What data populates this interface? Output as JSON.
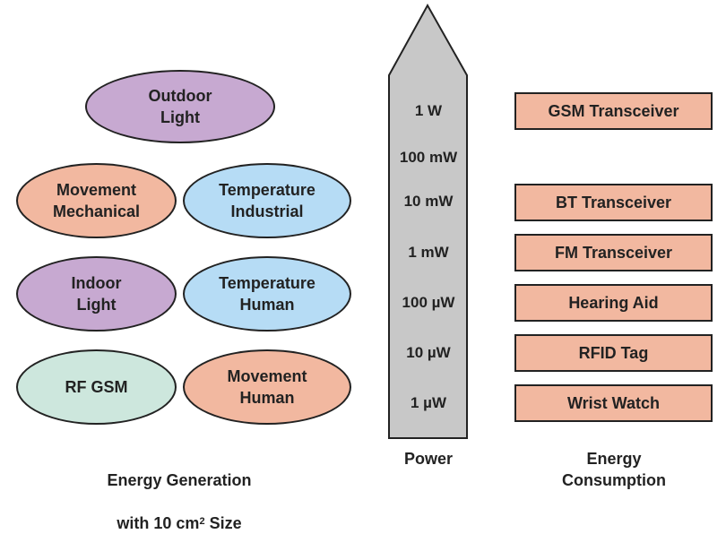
{
  "generation": {
    "sources": [
      {
        "label": "Outdoor\nLight",
        "color": "#c7a9d1"
      },
      {
        "label": "Movement\nMechanical",
        "color": "#f2b8a0"
      },
      {
        "label": "Temperature\nIndustrial",
        "color": "#b6dcf5"
      },
      {
        "label": "Indoor\nLight",
        "color": "#c7a9d1"
      },
      {
        "label": "Temperature\nHuman",
        "color": "#b6dcf5"
      },
      {
        "label": "RF GSM",
        "color": "#cde7dd"
      },
      {
        "label": "Movement\nHuman",
        "color": "#f2b8a0"
      }
    ],
    "caption_line1": "Energy Generation",
    "caption_line2_pre": "with 10 cm",
    "caption_sup": "2",
    "caption_line2_post": " Size"
  },
  "power": {
    "levels": [
      "1 W",
      "100 mW",
      "10 mW",
      "1 mW",
      "100 µW",
      "10 µW",
      "1 µW"
    ],
    "caption": "Power"
  },
  "consumption": {
    "devices": [
      {
        "label": "GSM Transceiver",
        "power": "1 W"
      },
      {
        "label": "BT Transceiver",
        "power": "10 mW"
      },
      {
        "label": "FM Transceiver",
        "power": "1 mW"
      },
      {
        "label": "Hearing Aid",
        "power": "100 µW"
      },
      {
        "label": "RFID Tag",
        "power": "10 µW"
      },
      {
        "label": "Wrist Watch",
        "power": "1 µW"
      }
    ],
    "caption": "Energy\nConsumption"
  }
}
